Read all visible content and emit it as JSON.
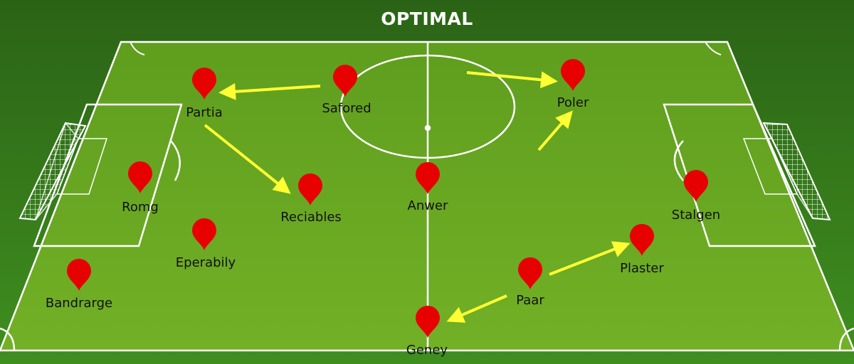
{
  "title": "OPTIMAL",
  "colors": {
    "background_top": "#2e6b18",
    "background_bottom": "#3f8f1f",
    "pitch": "#6aaa22",
    "lines": "#ffffff",
    "marker": "#e60000",
    "arrow": "#ffff33",
    "label": "#111111"
  },
  "players": [
    {
      "id": "partia",
      "name": "Partia"
    },
    {
      "id": "safored",
      "name": "Safored"
    },
    {
      "id": "poler",
      "name": "Poler"
    },
    {
      "id": "romg",
      "name": "Romg"
    },
    {
      "id": "reciables",
      "name": "Reciables"
    },
    {
      "id": "anwer",
      "name": "Anwer"
    },
    {
      "id": "stalgen",
      "name": "Stalgen"
    },
    {
      "id": "eperabily",
      "name": "Eperabily"
    },
    {
      "id": "plaster",
      "name": "Plaster"
    },
    {
      "id": "bandrarge",
      "name": "Bandrarge"
    },
    {
      "id": "paar",
      "name": "Paar"
    },
    {
      "id": "geney",
      "name": "Geney"
    }
  ],
  "arrows": [
    {
      "from": "safored",
      "to": "partia"
    },
    {
      "from": "partia",
      "to": "reciables"
    },
    {
      "from": "safored",
      "to": "poler"
    },
    {
      "from": "anwer",
      "to": "poler"
    },
    {
      "from": "paar",
      "to": "plaster"
    },
    {
      "from": "paar",
      "to": "geney"
    }
  ]
}
